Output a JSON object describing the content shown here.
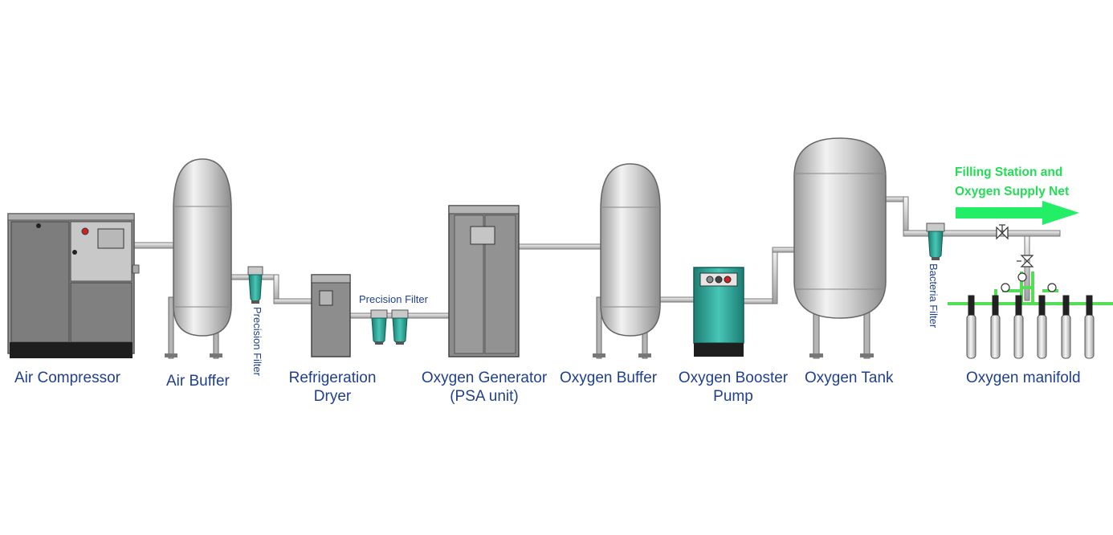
{
  "labels": {
    "air_compressor": "Air Compressor",
    "air_buffer": "Air Buffer",
    "precision_filter_1": "Precision Filter",
    "refrigeration_dryer_line1": "Refrigeration",
    "refrigeration_dryer_line2": "Dryer",
    "precision_filter_2": "Precision Filter",
    "oxygen_generator_line1": "Oxygen Generator",
    "oxygen_generator_line2": "(PSA unit)",
    "oxygen_buffer": "Oxygen Buffer",
    "oxygen_booster_line1": "Oxygen Booster",
    "oxygen_booster_line2": "Pump",
    "oxygen_tank": "Oxygen Tank",
    "bacteria_filter": "Bacteria Filter",
    "oxygen_manifold": "Oxygen manifold"
  },
  "callout": {
    "line1": "Filling Station and",
    "line2": "Oxygen Supply Net"
  },
  "colors": {
    "label_text": "#1f3f8f",
    "callout": "#22dd55",
    "equipment_gray": "#8a8a8a",
    "booster_teal": "#1fa89a",
    "filter_teal": "#2a9d8f",
    "manifold_green": "#55dd55"
  },
  "icons": [
    "arrow-right-icon",
    "valve-icon",
    "pressure-gauge-icon"
  ]
}
